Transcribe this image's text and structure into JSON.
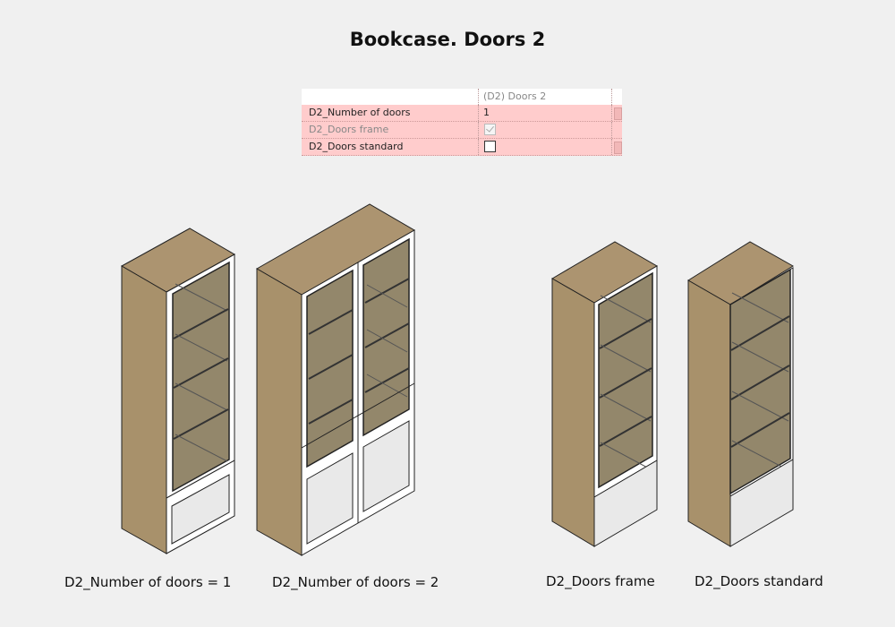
{
  "title": "Bookcase. Doors 2",
  "table": {
    "column_header": "(D2) Doors 2",
    "rows": [
      {
        "name": "D2_Number of doors",
        "value": "1",
        "type": "number"
      },
      {
        "name": "D2_Doors frame",
        "value": "",
        "type": "checkbox",
        "checked": true,
        "disabled": true
      },
      {
        "name": "D2_Doors standard",
        "value": "",
        "type": "checkbox",
        "checked": false,
        "disabled": false
      }
    ]
  },
  "captions": {
    "c1": "D2_Number of doors = 1",
    "c2": "D2_Number of doors = 2",
    "c3": "D2_Doors frame",
    "c4": "D2_Doors standard"
  },
  "colors": {
    "wood": "#a8916b",
    "wood_side": "#b09471",
    "glass": "#93876b",
    "frame": "#ffffff",
    "panel": "#e9e9e9",
    "outline": "#222222",
    "row_highlight": "#ffcccc"
  }
}
